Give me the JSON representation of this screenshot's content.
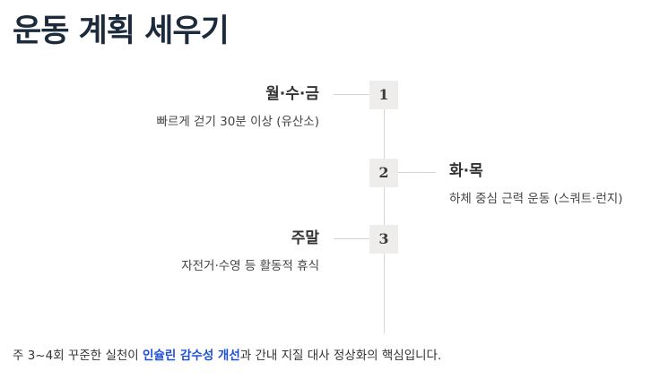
{
  "title": "운동 계획 세우기",
  "steps": [
    {
      "number": "1",
      "title": "월·수·금",
      "desc": "빠르게 걷기 30분 이상 (유산소)"
    },
    {
      "number": "2",
      "title": "화·목",
      "desc": "하체 중심 근력 운동 (스쿼트·런지)"
    },
    {
      "number": "3",
      "title": "주말",
      "desc": "자전거·수영 등 활동적 휴식"
    }
  ],
  "footer": {
    "before": "주 3~4회 꾸준한 실천이 ",
    "highlight": "인슐린 감수성 개선",
    "after": "과 간내 지질 대사 정상화의 핵심입니다."
  },
  "colors": {
    "title": "#1c2b3c",
    "highlight": "#1f4fd6",
    "step_box_bg": "#efedeb",
    "timeline": "#d6d3d0"
  }
}
